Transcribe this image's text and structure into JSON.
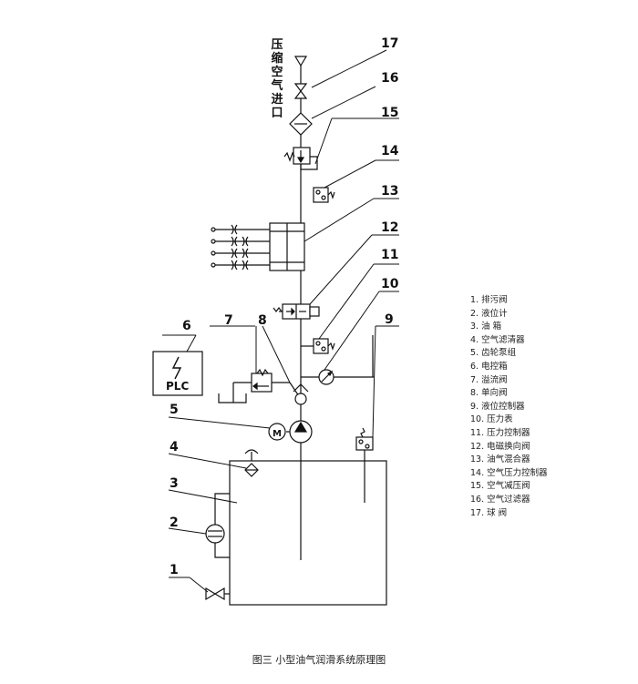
{
  "vertical_label": "压缩空气进口",
  "callouts": [
    "1",
    "2",
    "3",
    "4",
    "5",
    "6",
    "7",
    "8",
    "9",
    "10",
    "11",
    "12",
    "13",
    "14",
    "15",
    "16",
    "17"
  ],
  "plc_label": "PLC",
  "motor_label": "M",
  "legend": [
    "1. 排污阀",
    "2. 液位计",
    "3. 油  箱",
    "4. 空气滤清器",
    "5. 齿轮泵组",
    "6. 电控箱",
    "7. 溢流阀",
    "8. 单向阀",
    "9. 液位控制器",
    "10. 压力表",
    "11. 压力控制器",
    "12. 电磁换向阀",
    "13. 油气混合器",
    "14. 空气压力控制器",
    "15. 空气减压阀",
    "16. 空气过滤器",
    "17. 球  阀"
  ],
  "caption": "图三   小型油气润滑系统原理图"
}
